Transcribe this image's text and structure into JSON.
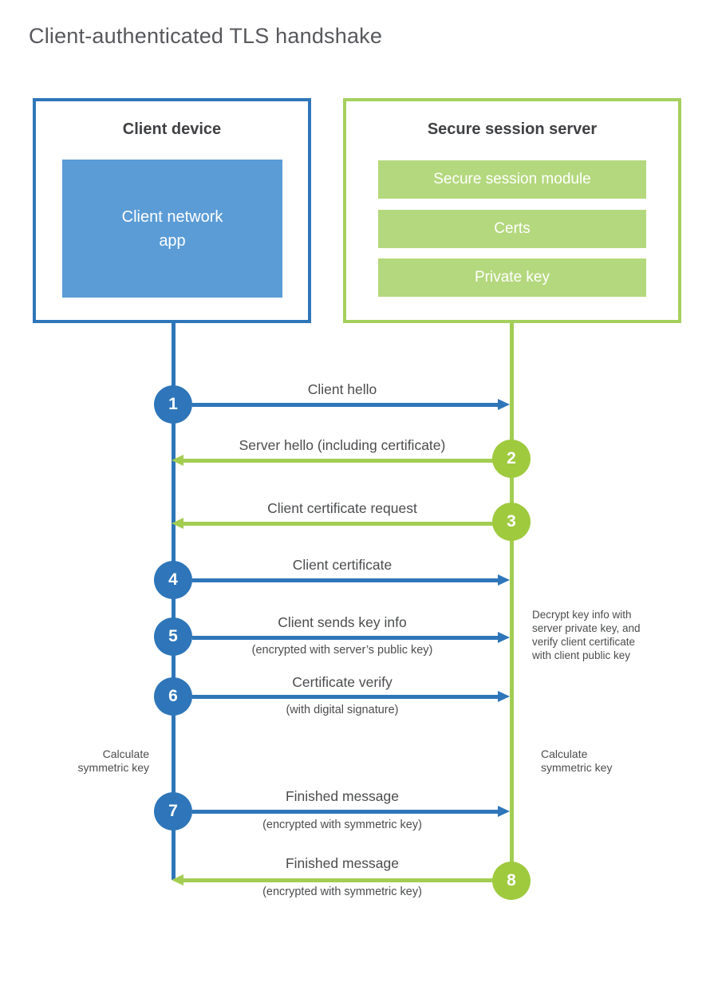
{
  "title": "Client-authenticated TLS handshake",
  "colors": {
    "blue_stroke": "#2e76b9",
    "blue_fill": "#5b9cd6",
    "green_stroke": "#a3cd52",
    "green_circle": "#9fca3e",
    "green_fill": "#b4d87d",
    "text_dark": "#3f4043",
    "text_gray": "#4b4c4e"
  },
  "client": {
    "title": "Client device",
    "app_label": "Client network\napp"
  },
  "server": {
    "title": "Secure session server",
    "modules": [
      "Secure session module",
      "Certs",
      "Private key"
    ]
  },
  "steps": [
    {
      "num": "1",
      "label": "Client hello",
      "sub": "",
      "direction": "client-to-server"
    },
    {
      "num": "2",
      "label": "Server hello (including certificate)",
      "sub": "",
      "direction": "server-to-client"
    },
    {
      "num": "3",
      "label": "Client certificate request",
      "sub": "",
      "direction": "server-to-client"
    },
    {
      "num": "4",
      "label": "Client certificate",
      "sub": "",
      "direction": "client-to-server"
    },
    {
      "num": "5",
      "label": "Client sends key info",
      "sub": "(encrypted with server’s public key)",
      "direction": "client-to-server"
    },
    {
      "num": "6",
      "label": "Certificate verify",
      "sub": "(with digital signature)",
      "direction": "client-to-server"
    },
    {
      "num": "7",
      "label": "Finished message",
      "sub": "(encrypted with symmetric key)",
      "direction": "client-to-server"
    },
    {
      "num": "8",
      "label": "Finished message",
      "sub": "(encrypted with symmetric key)",
      "direction": "server-to-client"
    }
  ],
  "notes": {
    "decrypt": "Decrypt key info with\nserver private key, and\nverify client certificate\nwith client public key",
    "calc_left": "Calculate\nsymmetric key",
    "calc_right": "Calculate\nsymmetric key"
  }
}
